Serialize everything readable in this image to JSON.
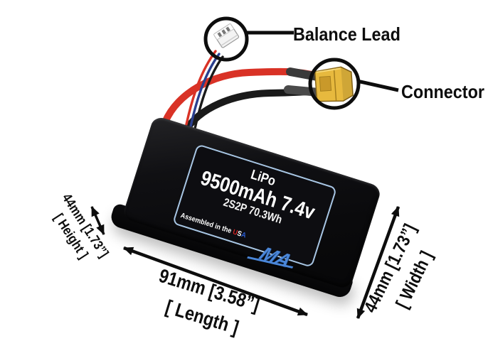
{
  "scene": {
    "background": "#ffffff",
    "description": "Annotated LiPo battery product diagram"
  },
  "callouts": {
    "balance_lead": "Balance Lead",
    "connector": "Connector"
  },
  "battery_label": {
    "chemistry": "LiPo",
    "capacity": "9500mAh 7.4v",
    "configuration": "2S2P 70.3Wh",
    "assembled_prefix": "Assembled in the ",
    "assembled_u": "U",
    "assembled_s": "S",
    "assembled_a": "A",
    "brand": "MA"
  },
  "dimensions": {
    "length": {
      "value": "91mm [3.58”]",
      "label": "[ Length ]"
    },
    "width": {
      "value": "44mm [1.73”]",
      "label": "[ Width ]"
    },
    "height": {
      "value": "44mm [1.73”]",
      "label": "[ Height ]"
    }
  },
  "colors": {
    "wire_red": "#d93226",
    "wire_black": "#1a1a1a",
    "wire_blue": "#2b3f8e",
    "sleeve_gray": "#3a3a3a",
    "xt60_yellow": "#e7b93e",
    "xt60_outline": "#86651a",
    "label_border": "#a8c6e4",
    "logo_blue": "#4a86d8",
    "battery_black": "#0b0b0d",
    "annotation_black": "#0d0d0d"
  },
  "icons": {
    "balance_connector": "jst-xh-plug",
    "main_connector": "xt60-plug"
  }
}
